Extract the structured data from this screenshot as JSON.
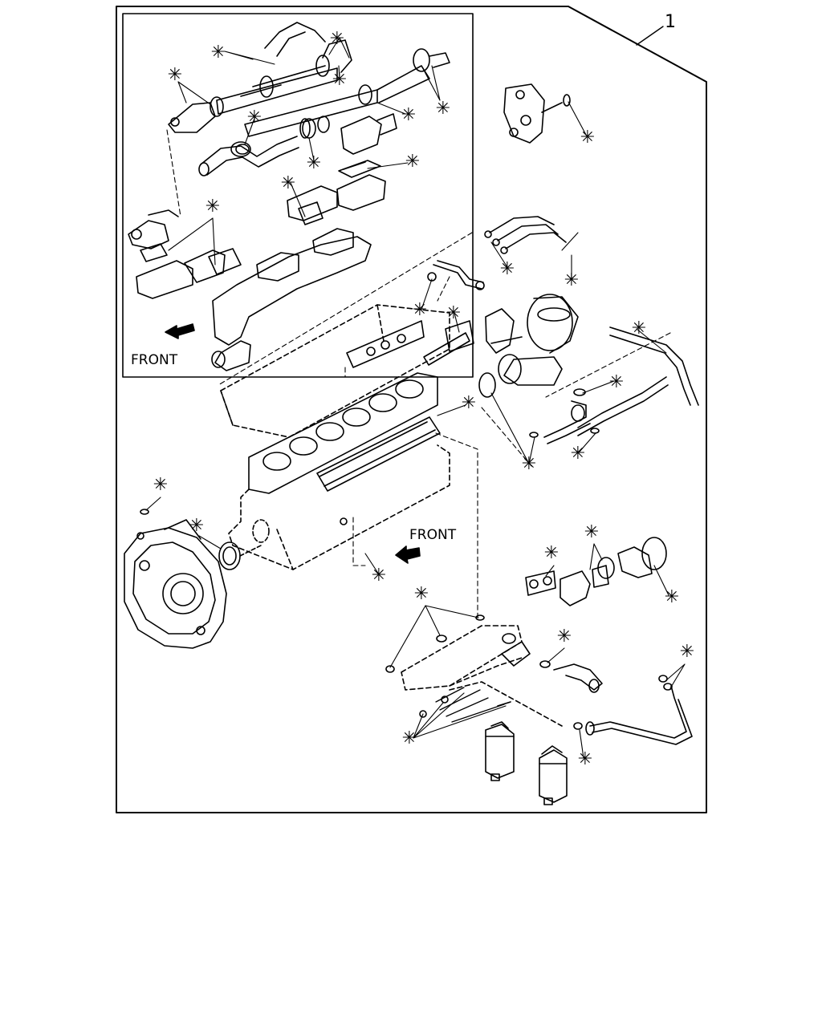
{
  "diagram": {
    "callout_number": "1",
    "inset_front_label": "FRONT",
    "main_front_label": "FRONT",
    "asterisk_symbol": "✳"
  }
}
